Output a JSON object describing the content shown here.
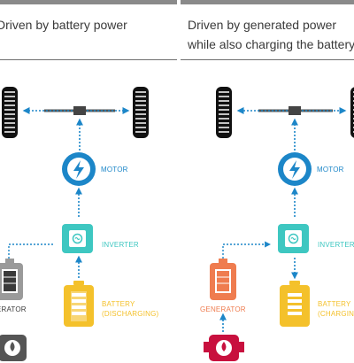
{
  "colors": {
    "blue": "#1c86c8",
    "teal": "#3ec7c1",
    "yellow": "#f4c12b",
    "orange": "#ef7c4f",
    "red": "#c8103e",
    "gray": "#9a9a9a",
    "dark": "#111111",
    "text": "#3a3a3a"
  },
  "panels": [
    {
      "id": "battery-drive",
      "title_lines": [
        "Driven by battery power"
      ],
      "labels": {
        "motor": "MOTOR",
        "inverter": "INVERTER",
        "battery_line1": "BATTERY",
        "battery_line2": "(DISCHARGING)",
        "generator": "GENERATOR"
      }
    },
    {
      "id": "generated-drive",
      "title_lines": [
        "Driven by generated power",
        "while also charging the battery"
      ],
      "labels": {
        "motor": "MOTOR",
        "inverter": "INVERTER",
        "battery_line1": "BATTERY",
        "battery_line2": "(CHARGING)",
        "generator": "GENERATOR"
      }
    }
  ]
}
